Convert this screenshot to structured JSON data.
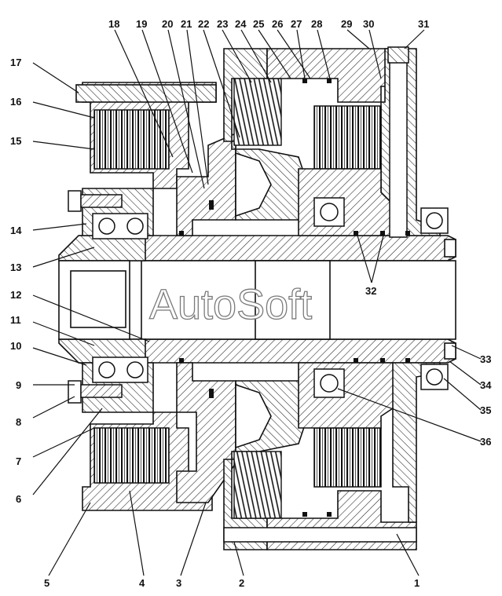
{
  "watermark": "AutoSoft",
  "callouts": [
    {
      "n": "1"
    },
    {
      "n": "2"
    },
    {
      "n": "3"
    },
    {
      "n": "4"
    },
    {
      "n": "5"
    },
    {
      "n": "6"
    },
    {
      "n": "7"
    },
    {
      "n": "8"
    },
    {
      "n": "9"
    },
    {
      "n": "10"
    },
    {
      "n": "11"
    },
    {
      "n": "12"
    },
    {
      "n": "13"
    },
    {
      "n": "14"
    },
    {
      "n": "15"
    },
    {
      "n": "16"
    },
    {
      "n": "17"
    },
    {
      "n": "18"
    },
    {
      "n": "19"
    },
    {
      "n": "20"
    },
    {
      "n": "21"
    },
    {
      "n": "22"
    },
    {
      "n": "23"
    },
    {
      "n": "24"
    },
    {
      "n": "25"
    },
    {
      "n": "26"
    },
    {
      "n": "27"
    },
    {
      "n": "28"
    },
    {
      "n": "29"
    },
    {
      "n": "30"
    },
    {
      "n": "31"
    },
    {
      "n": "32"
    },
    {
      "n": "33"
    },
    {
      "n": "34"
    },
    {
      "n": "35"
    },
    {
      "n": "36"
    }
  ]
}
